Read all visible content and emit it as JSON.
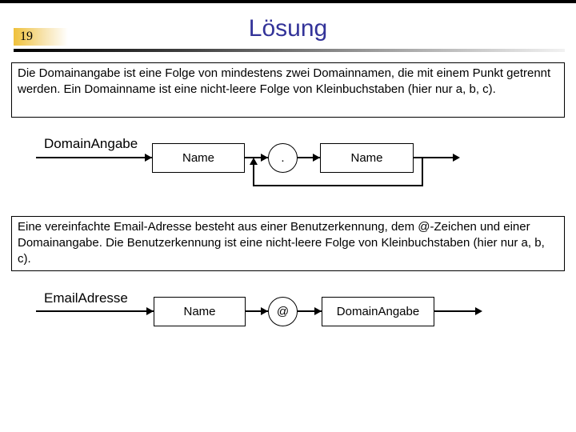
{
  "slide": {
    "number": "19",
    "title": "Lösung"
  },
  "colors": {
    "title_text": "#333399",
    "accent_gold": "#EFC13B",
    "line": "#000000",
    "background": "#FFFFFF"
  },
  "paragraphs": {
    "domain": "Die Domainangabe ist eine Folge von mindestens zwei Domainnamen, die mit einem Punkt getrennt werden. Ein Domainname ist eine nicht-leere Folge von Kleinbuchstaben (hier nur a, b, c).",
    "email": "Eine vereinfachte Email-Adresse besteht aus einer Benutzerkennung, dem @-Zeichen und einer Domainangabe. Die Benutzerkennung ist eine nicht-leere Folge von Kleinbuchstaben (hier nur a, b, c)."
  },
  "diagrams": {
    "domain": {
      "label": "DomainAngabe",
      "nodes": [
        {
          "type": "box",
          "label": "Name"
        },
        {
          "type": "terminal-circle",
          "label": "."
        },
        {
          "type": "box",
          "label": "Name"
        }
      ],
      "loop": "repeat from after second Name back to dot separator"
    },
    "email": {
      "label": "EmailAdresse",
      "nodes": [
        {
          "type": "box",
          "label": "Name"
        },
        {
          "type": "terminal-circle",
          "label": "@"
        },
        {
          "type": "box",
          "label": "DomainAngabe"
        }
      ]
    }
  }
}
